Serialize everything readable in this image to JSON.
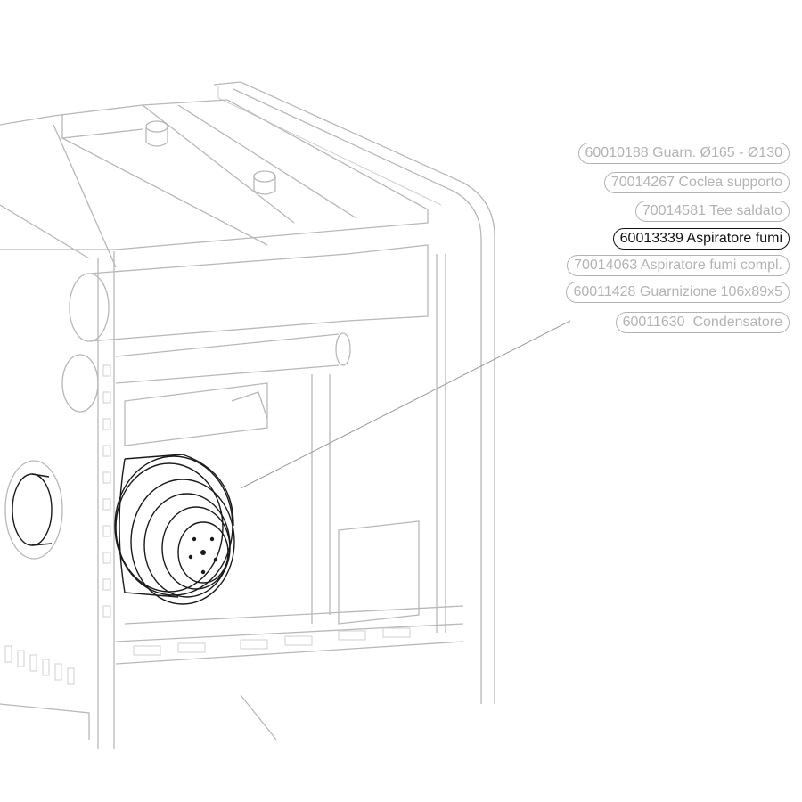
{
  "parts": [
    {
      "code": "60010188",
      "description": "Guarn. Ø165 - Ø130",
      "active": false
    },
    {
      "code": "70014267",
      "description": "Coclea supporto",
      "active": false
    },
    {
      "code": "70014581",
      "description": "Tee saldato",
      "active": false
    },
    {
      "code": "60013339",
      "description": "Aspiratore fumi",
      "active": true
    },
    {
      "code": "70014063",
      "description": "Aspiratore fumi compl.",
      "active": false
    },
    {
      "code": "60011428",
      "description": "Guarnizione 106x89x5",
      "active": false
    },
    {
      "code": "60011630",
      "description": " Condensatore",
      "active": false
    }
  ],
  "colors": {
    "active": "#111111",
    "inactive": "#b3b3b3",
    "line": "#b8b8b8"
  }
}
